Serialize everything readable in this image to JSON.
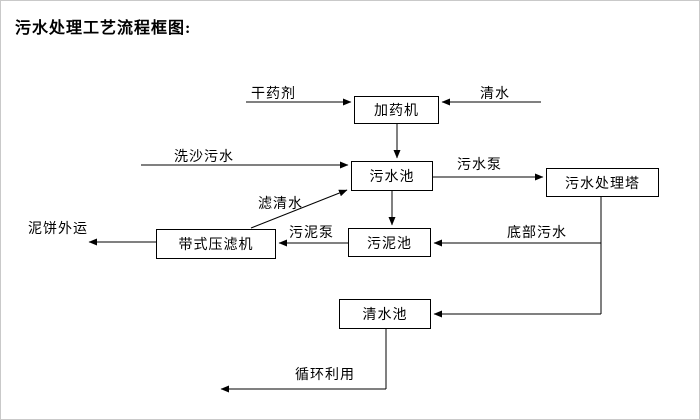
{
  "title": "污水处理工艺流程框图:",
  "nodes": {
    "dosing_machine": "加药机",
    "sewage_pool": "污水池",
    "treatment_tower": "污水处理塔",
    "sludge_pool": "污泥池",
    "belt_filter_press": "带式压滤机",
    "clear_water_pool": "清水池"
  },
  "flow_labels": {
    "dry_chemical": "干药剂",
    "clear_water": "清水",
    "sand_washing_sewage": "洗沙污水",
    "sewage_pump": "污水泵",
    "filtered_water": "滤清水",
    "sludge_pump": "污泥泵",
    "bottom_sewage": "底部污水",
    "mud_cake_out": "泥饼外运",
    "recycle_use": "循环利用"
  },
  "edges": [
    {
      "from": "干药剂",
      "to": "加药机"
    },
    {
      "from": "清水",
      "to": "加药机"
    },
    {
      "from": "加药机",
      "to": "污水池"
    },
    {
      "from": "洗沙污水",
      "to": "污水池"
    },
    {
      "from": "污水池",
      "to": "污水处理塔",
      "label": "污水泵"
    },
    {
      "from": "污水池",
      "to": "污泥池"
    },
    {
      "from": "带式压滤机",
      "to": "污水池",
      "label": "滤清水"
    },
    {
      "from": "污泥池",
      "to": "带式压滤机",
      "label": "污泥泵"
    },
    {
      "from": "污水处理塔",
      "to": "污泥池",
      "label": "底部污水"
    },
    {
      "from": "污水处理塔",
      "to": "清水池"
    },
    {
      "from": "带式压滤机",
      "to": "泥饼外运"
    },
    {
      "from": "清水池",
      "to": "循环利用"
    }
  ]
}
